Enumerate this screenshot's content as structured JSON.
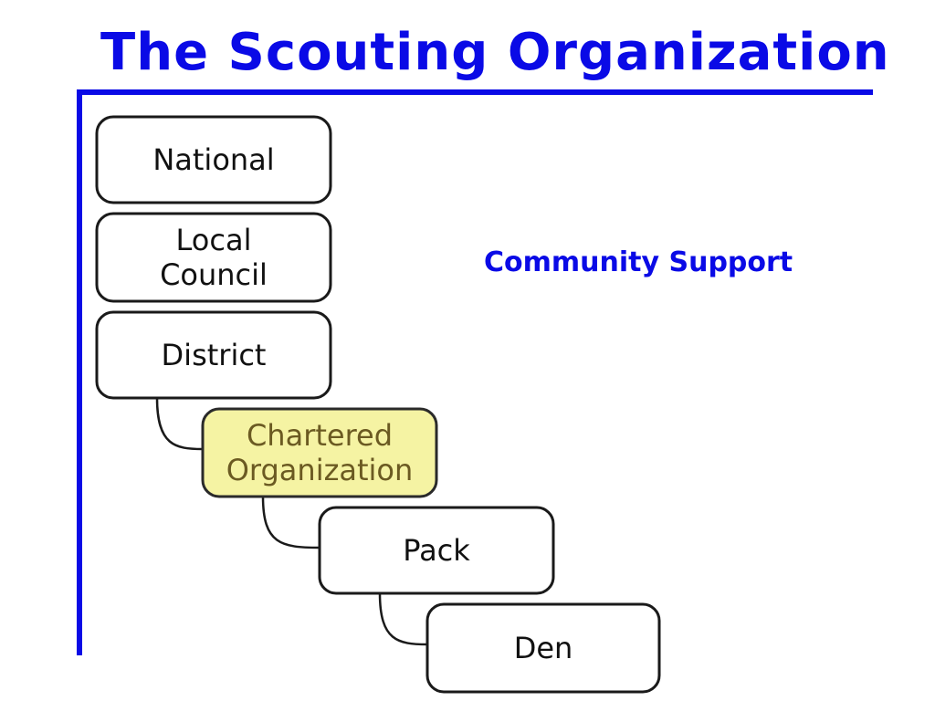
{
  "title": "The Scouting Organization",
  "side_label": "Community Support",
  "colors": {
    "title_blue": "#0a0ae6",
    "highlight_fill": "#f5f3a3",
    "highlight_text": "#6b5a22",
    "box_border": "#1a1a1a"
  },
  "nodes": [
    {
      "id": "national",
      "lines": [
        "National"
      ]
    },
    {
      "id": "local-council",
      "lines": [
        "Local",
        "Council"
      ]
    },
    {
      "id": "district",
      "lines": [
        "District"
      ]
    },
    {
      "id": "chartered-organization",
      "lines": [
        "Chartered",
        "Organization"
      ],
      "highlighted": true
    },
    {
      "id": "pack",
      "lines": [
        "Pack"
      ]
    },
    {
      "id": "den",
      "lines": [
        "Den"
      ]
    }
  ],
  "links": [
    {
      "from": "district",
      "to": "chartered-organization"
    },
    {
      "from": "chartered-organization",
      "to": "pack"
    },
    {
      "from": "pack",
      "to": "den"
    }
  ]
}
